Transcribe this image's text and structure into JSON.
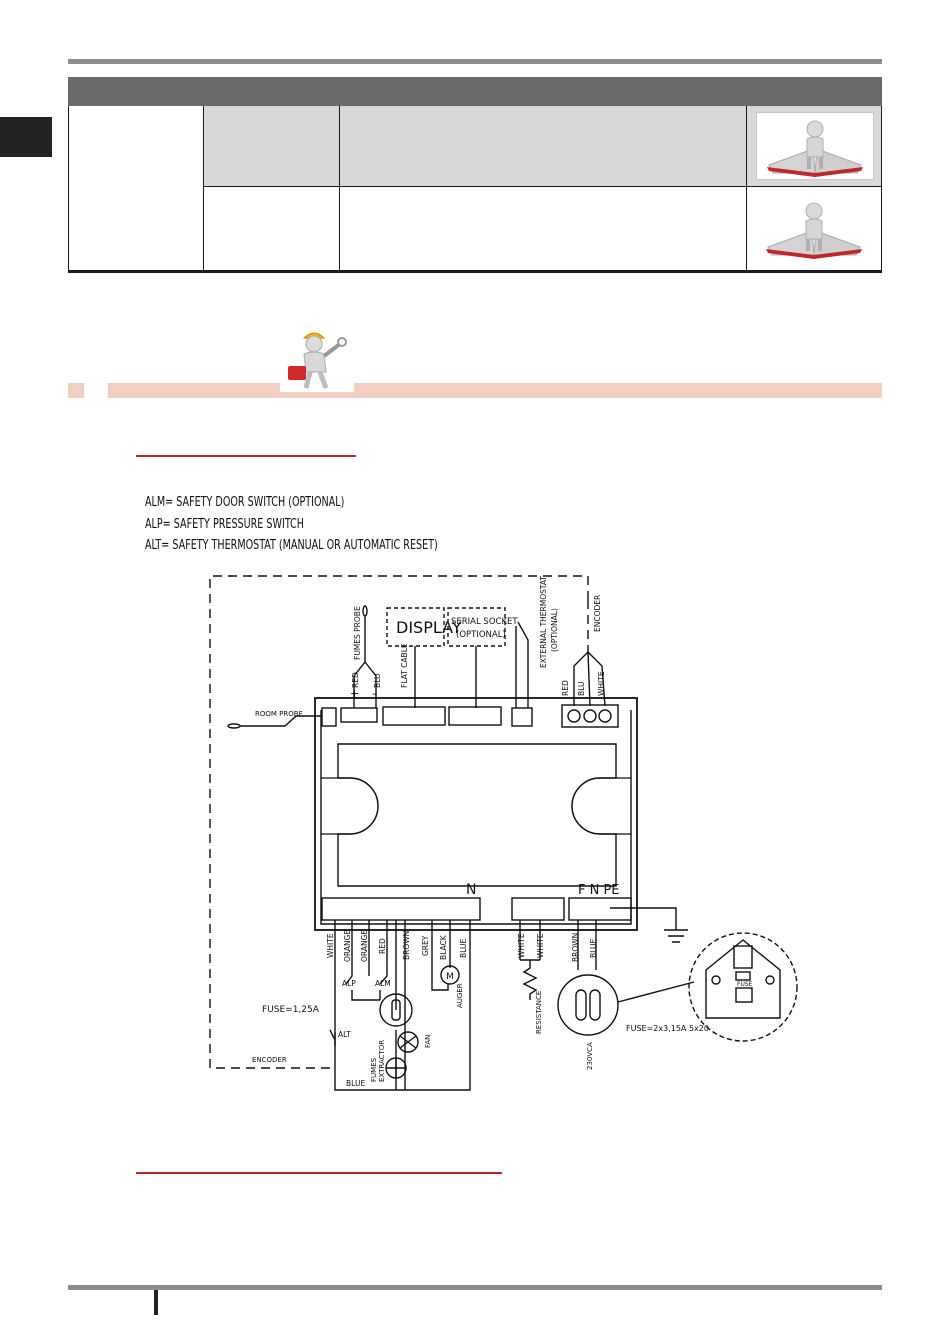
{
  "legend": {
    "alm": "ALM=  SAFETY DOOR SWITCH (OPTIONAL)",
    "alp": "ALP=  SAFETY PRESSURE SWITCH",
    "alt": "ALT=  SAFETY THERMOSTAT (MANUAL OR AUTOMATIC RESET)"
  },
  "diagram": {
    "display": "DISPLAY",
    "serial_socket": "SERIAL SOCKET",
    "serial_optional": "(OPTIONAL)",
    "fumes_probe": "FUMES PROBE",
    "flat_cable": "FLAT CABLE",
    "external_thermostat": "EXTERNAL THERMOSTAT",
    "ext_optional": "(OPTIONAL)",
    "encoder_top": "ENCODER",
    "room_probe": "ROOM PROBE",
    "plus": "+",
    "minus": "–",
    "probe_red": "RED",
    "probe_blu": "BLU",
    "enc_red": "RED",
    "enc_blu": "BLU",
    "enc_white": "WHITE",
    "n_label": "N",
    "fnpe_label": "F  N  PE",
    "wires_left": [
      "WHITE",
      "ORANGE",
      "ORANGE",
      "RED",
      "BROWN",
      "GREY",
      "BLACK",
      "BLUE"
    ],
    "wires_mid": [
      "WHITE",
      "WHITE"
    ],
    "wires_right": [
      "BROWN",
      "BLUE"
    ],
    "alp": "ALP",
    "alm": "ALM",
    "alt": "ALT",
    "fuse_left": "FUSE=1,25A",
    "fumes_extractor_1": "FUMES",
    "fumes_extractor_2": "EXTRACTOR",
    "fan": "FAN",
    "auger": "AUGER",
    "resistance": "RESISTANCE",
    "encoder_bottom": "ENCODER",
    "blue_bottom": "BLUE",
    "vac": "230VCA",
    "fuse_right": "FUSE=2x3,15A 5x20",
    "fuse_box": "FUSE"
  }
}
